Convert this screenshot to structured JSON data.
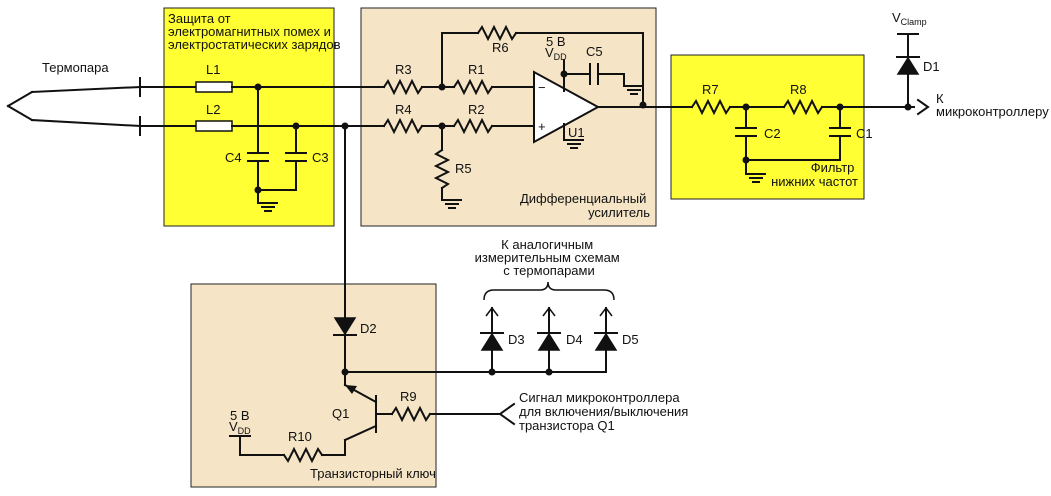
{
  "blocks": {
    "emi": "Защита от\nэлектромагнитных помех и\nэлектростатических зарядов",
    "diff_amp": "Дифференциальный\nусилитель",
    "lpf": "Фильтр\nнижних частот",
    "switch": "Транзисторный ключ"
  },
  "labels": {
    "thermocouple": "Термопара",
    "to_mcu": "К\nмикроконтроллеру",
    "other_circuits": "К аналогичным\nизмерительным схемам\nс термопарами",
    "mcu_signal": "Сигнал микроконтроллера\nдля включения/выключения\nтранзистора Q1",
    "vdd_amp_top": "5 В",
    "vdd_amp_sym": "V",
    "vdd_amp_sub": "DD",
    "vdd_sw_top": "5 В",
    "vdd_sw_sym": "V",
    "vdd_sw_sub": "DD",
    "vclamp_sym": "V",
    "vclamp_sub": "Clamp",
    "minus": "−",
    "plus": "+"
  },
  "components": {
    "L1": "L1",
    "L2": "L2",
    "C3": "C3",
    "C4": "C4",
    "R1": "R1",
    "R2": "R2",
    "R3": "R3",
    "R4": "R4",
    "R5": "R5",
    "R6": "R6",
    "C5": "C5",
    "U1": "U1",
    "R7": "R7",
    "R8": "R8",
    "C1": "C1",
    "C2": "C2",
    "D1": "D1",
    "D2": "D2",
    "D3": "D3",
    "D4": "D4",
    "D5": "D5",
    "Q1": "Q1",
    "R9": "R9",
    "R10": "R10"
  },
  "colors": {
    "yellow_block": "#ffff33",
    "tan_block": "#f5e5c6",
    "wire": "#111111"
  }
}
